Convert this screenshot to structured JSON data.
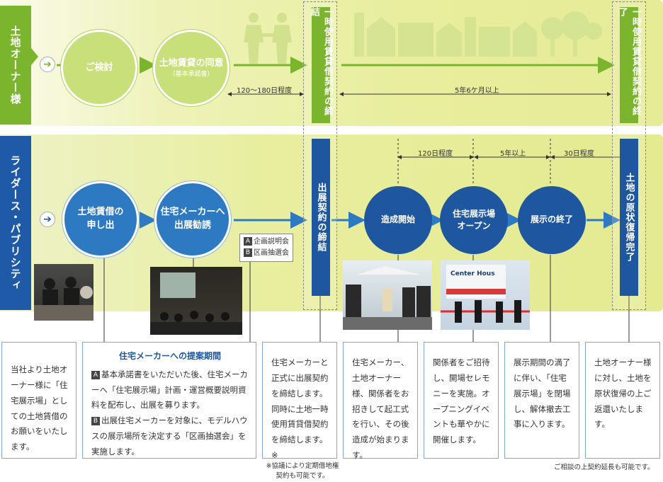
{
  "owner": {
    "tab": "土地オーナー様",
    "step1": "ご検討",
    "step2_title": "土地賃貸の同意",
    "step2_sub": "（基本承諾書）",
    "period1": "120〜180日程度",
    "contract": "一時使用賃貸借契約の締結",
    "period2": "5年6ケ月以上",
    "end": "一時使用賃貸借契約の終了"
  },
  "rider": {
    "tab": "ライダース・パブリシティ",
    "step1_line1": "土地賃借の",
    "step1_line2": "申し出",
    "step2_line1": "住宅メーカーへ",
    "step2_line2": "出展勧誘",
    "badge_a": "A",
    "badge_b": "B",
    "ab_a": "企画説明会",
    "ab_b": "区画抽選会",
    "contract": "出展契約の締結",
    "step3": "造成開始",
    "step4_line1": "住宅展示場",
    "step4_line2": "オープン",
    "step5": "展示の終了",
    "period_a": "120日程度",
    "period_b": "5年以上",
    "period_c": "30日程度",
    "restore": "土地の原状復帰完了"
  },
  "photo_sign": "Center Hous",
  "cards": {
    "c1": "当社より土地オーナー様に「住宅展示場」としての土地賃借のお願いをいたします。",
    "c2_title": "住宅メーカーへの提案期間",
    "c2_a": "基本承諾書をいただいた後、住宅メーカーへ「住宅展示場」計画・運営概要説明資料を配布し、出展を募ります。",
    "c2_b": "出展住宅メーカーを対象に、モデルハウスの展示場所を決定する「区画抽選会」を実施します。",
    "c3": "住宅メーカーと正式に出展契約を締結します。同時に土地一時使用賃貸借契約を締結します。※",
    "c4": "住宅メーカー、土地オーナー様、関係者をお招きして起工式を行い、その後造成が始まります。",
    "c5": "関係者をご招待し、開場セレモニーを実施。オープニングイベントも華やかに開催します。",
    "c6": "展示期間の満了に伴い、「住宅展示場」を閉場し、解体撤去工事に入ります。",
    "c7": "土地オーナー様に対し、土地を原状復帰の上ご返還いたします。"
  },
  "notes": {
    "n1_line1": "※協議により定期借地権",
    "n1_line2": "契約も可能です。",
    "n2": "ご相談の上契約延長も可能です。"
  },
  "colors": {
    "green": "#7bb52d",
    "light_green": "#c9e07a",
    "blue": "#1e56a0",
    "mid_blue": "#2d7ac2"
  }
}
